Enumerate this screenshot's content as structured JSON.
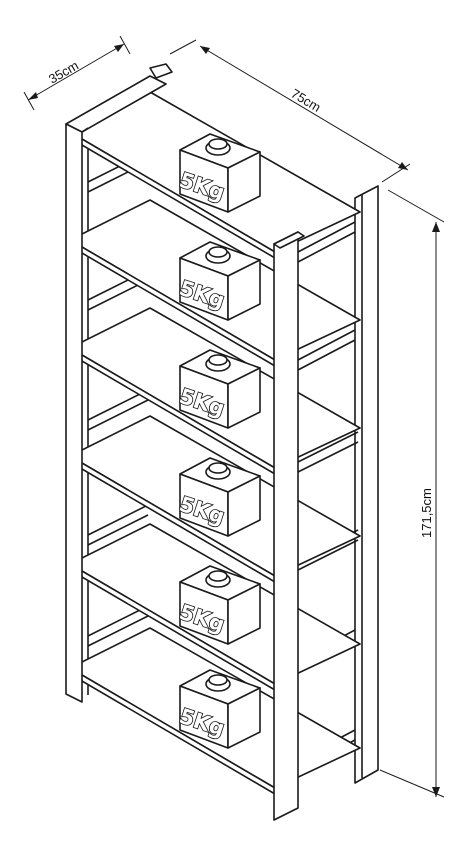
{
  "dimensions": {
    "depth": "35cm",
    "width": "75cm",
    "height": "171,5cm"
  },
  "weight_label": "5Kg",
  "shelf_count": 6,
  "colors": {
    "line": "#1a1a1a",
    "background": "#ffffff"
  }
}
